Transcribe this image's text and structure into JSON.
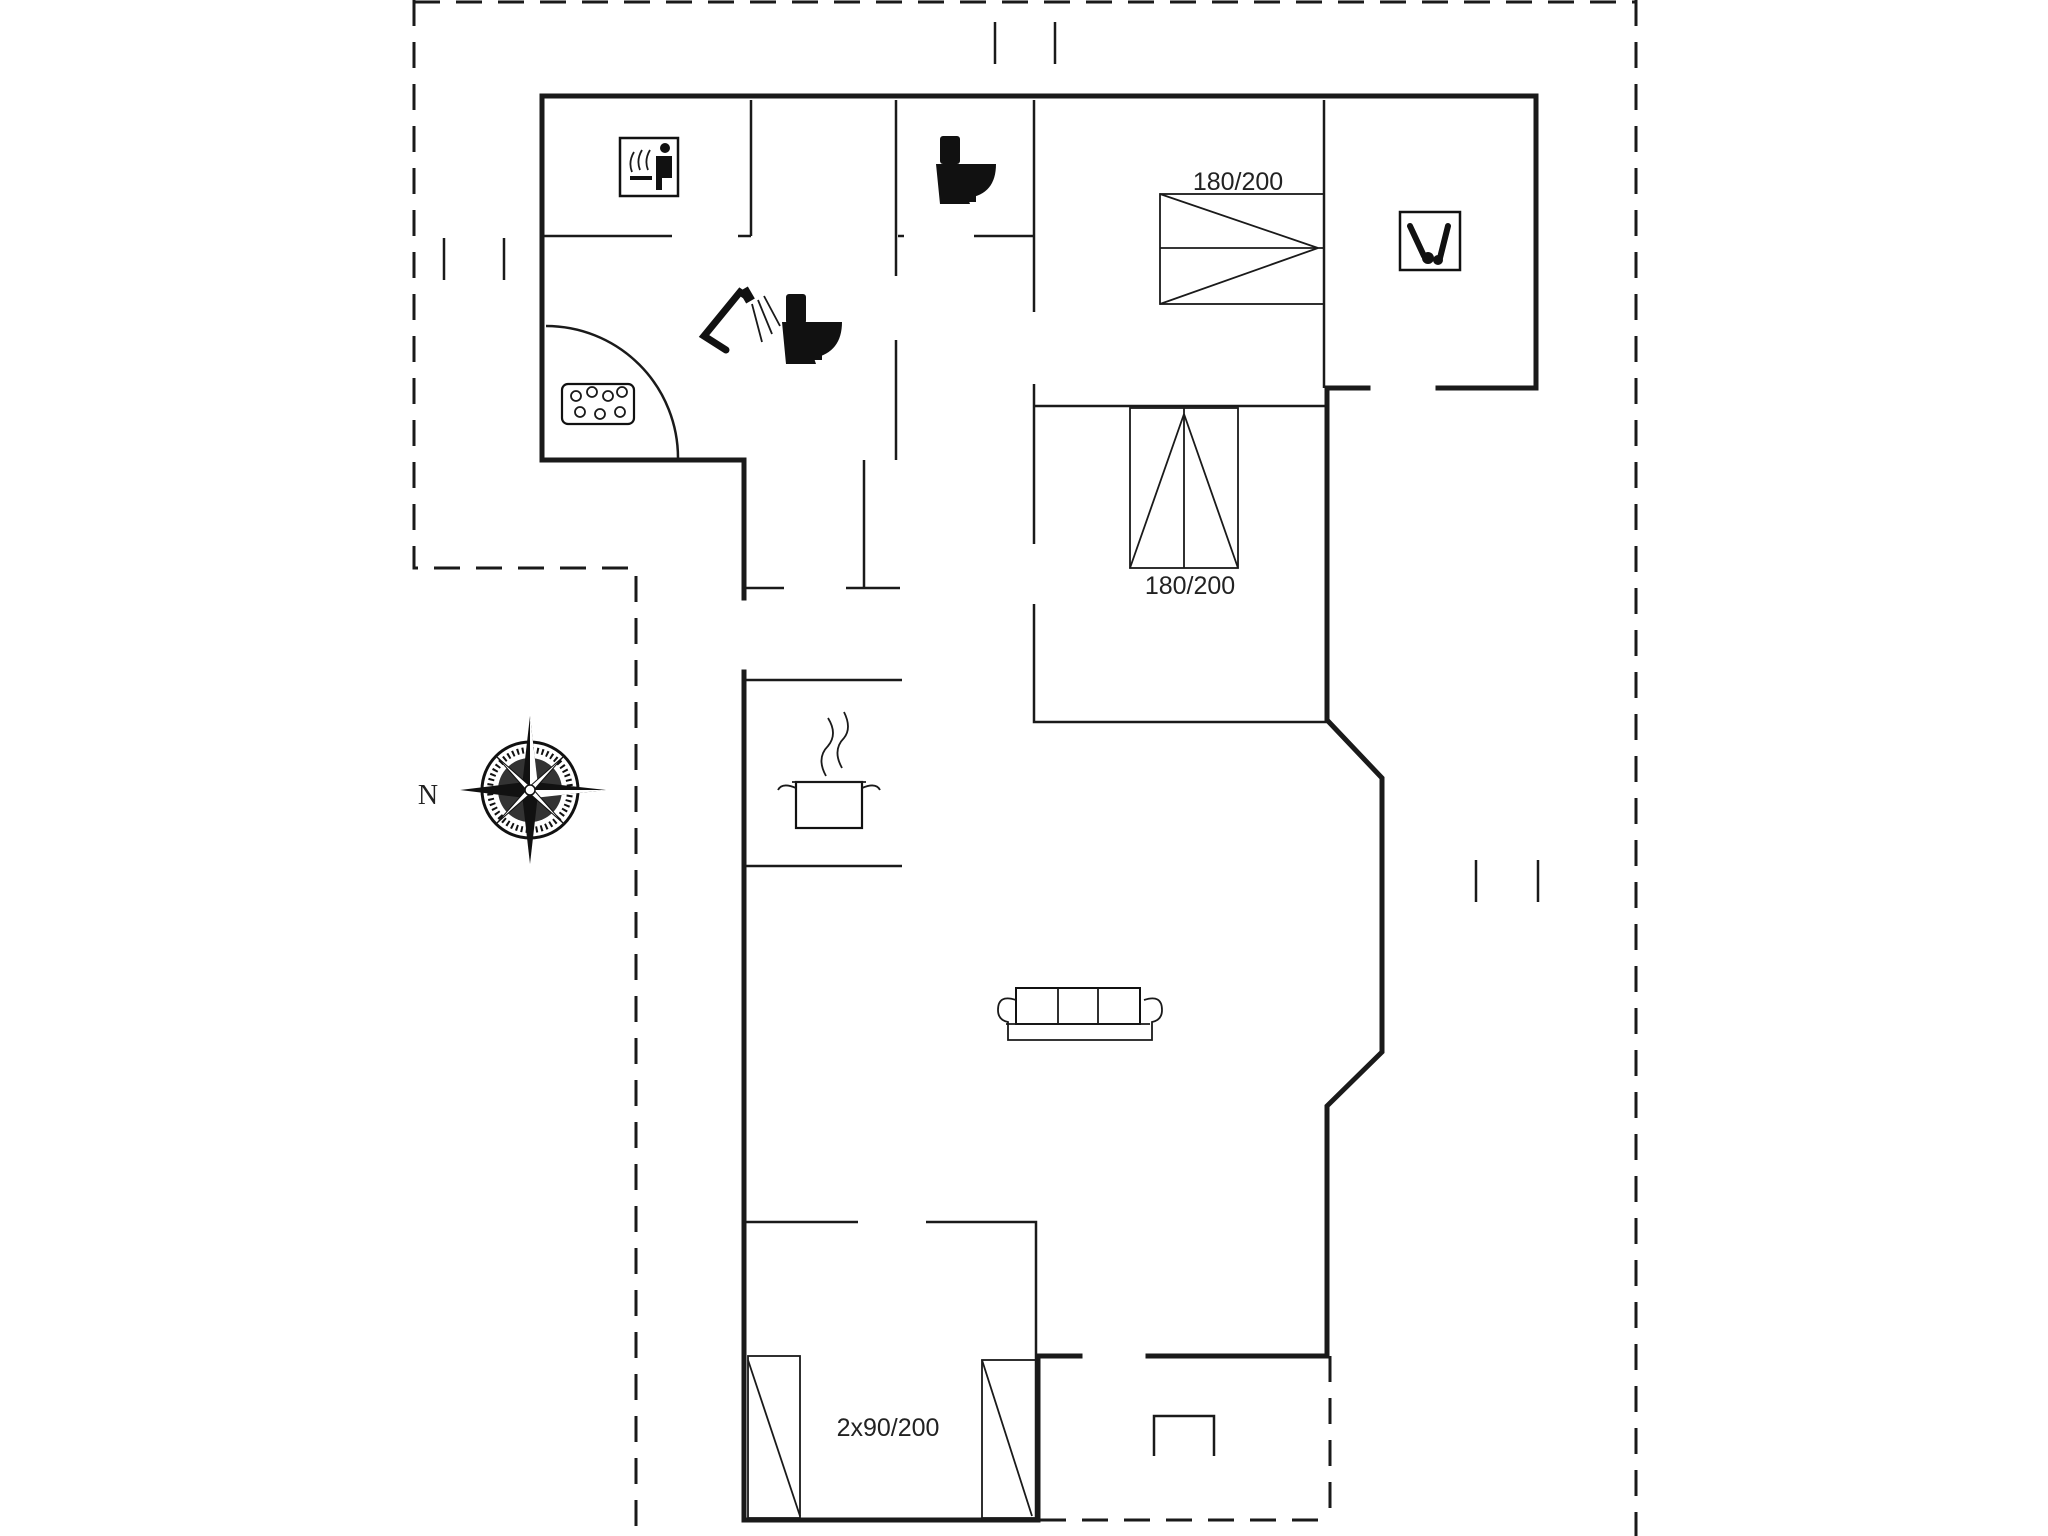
{
  "floorplan": {
    "bed_labels": {
      "double_top": "180/200",
      "double_middle": "180/200",
      "twin_bottom": "2x90/200"
    },
    "compass": {
      "north_label": "N"
    },
    "icons": [
      "sauna-icon",
      "toilet-icon",
      "shower-icon",
      "whirlpool-icon",
      "utility-washing-icon",
      "kitchen-pot-icon",
      "sofa-icon",
      "compass-rose-icon"
    ]
  }
}
